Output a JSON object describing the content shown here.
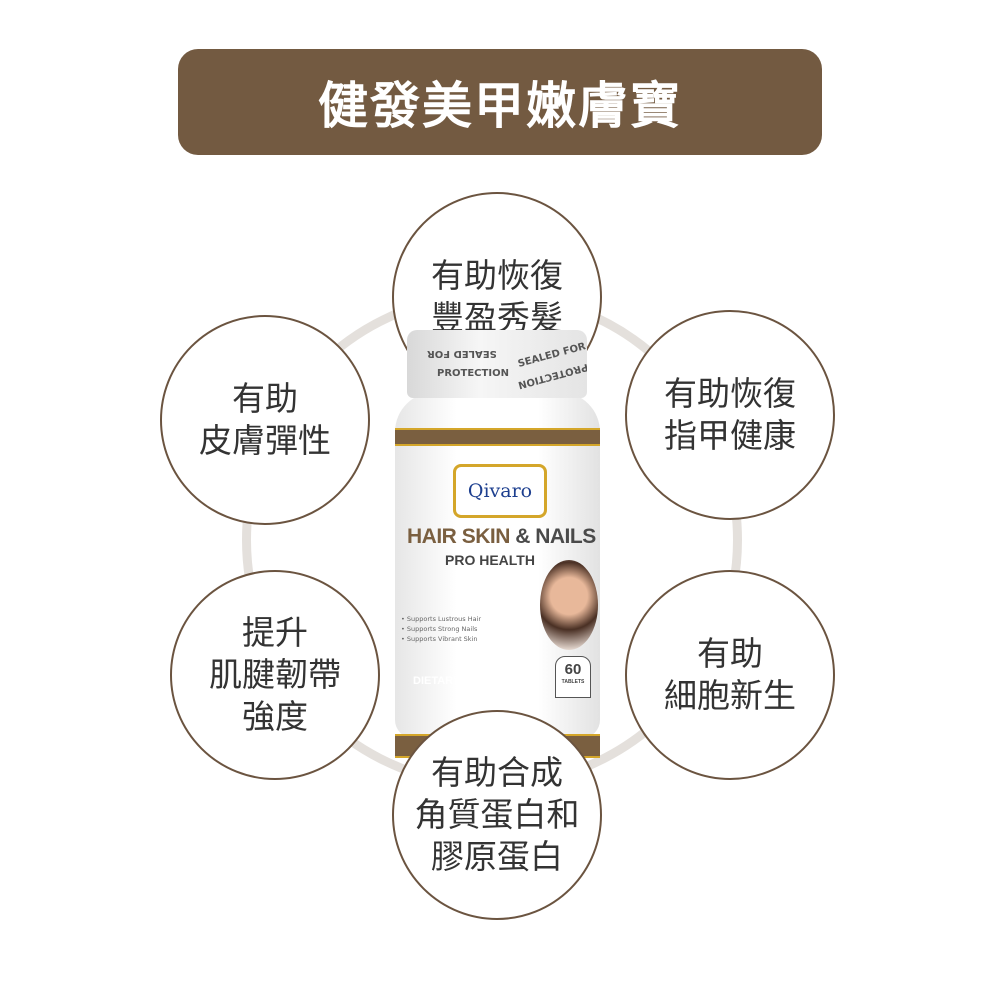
{
  "title": "健發美甲嫩膚寶",
  "benefits": {
    "hair": [
      "有助恢復",
      "豐盈秀髮"
    ],
    "skin": [
      "有助",
      "皮膚彈性"
    ],
    "nails": [
      "有助恢復",
      "指甲健康"
    ],
    "tendons": [
      "提升",
      "肌腱韌帶",
      "強度"
    ],
    "cells": [
      "有助",
      "細胞新生"
    ],
    "protein": [
      "有助合成",
      "角質蛋白和",
      "膠原蛋白"
    ]
  },
  "product": {
    "cap_text": [
      "SEALED FOR",
      "PROTECTION"
    ],
    "brand": "Qivaro",
    "name_hair": "HAIR",
    "name_skin": "SKIN",
    "name_nails": "& NAILS",
    "subtitle": "PRO HEALTH",
    "bullets": [
      "Supports Lustrous Hair",
      "Supports Strong Nails",
      "Supports Vibrant Skin"
    ],
    "label": "DIETARY SUPPLEMENT",
    "count": "60",
    "count_unit": "TABLETS"
  },
  "colors": {
    "brand_brown": "#735a41",
    "ring": "#e4e0dc"
  }
}
